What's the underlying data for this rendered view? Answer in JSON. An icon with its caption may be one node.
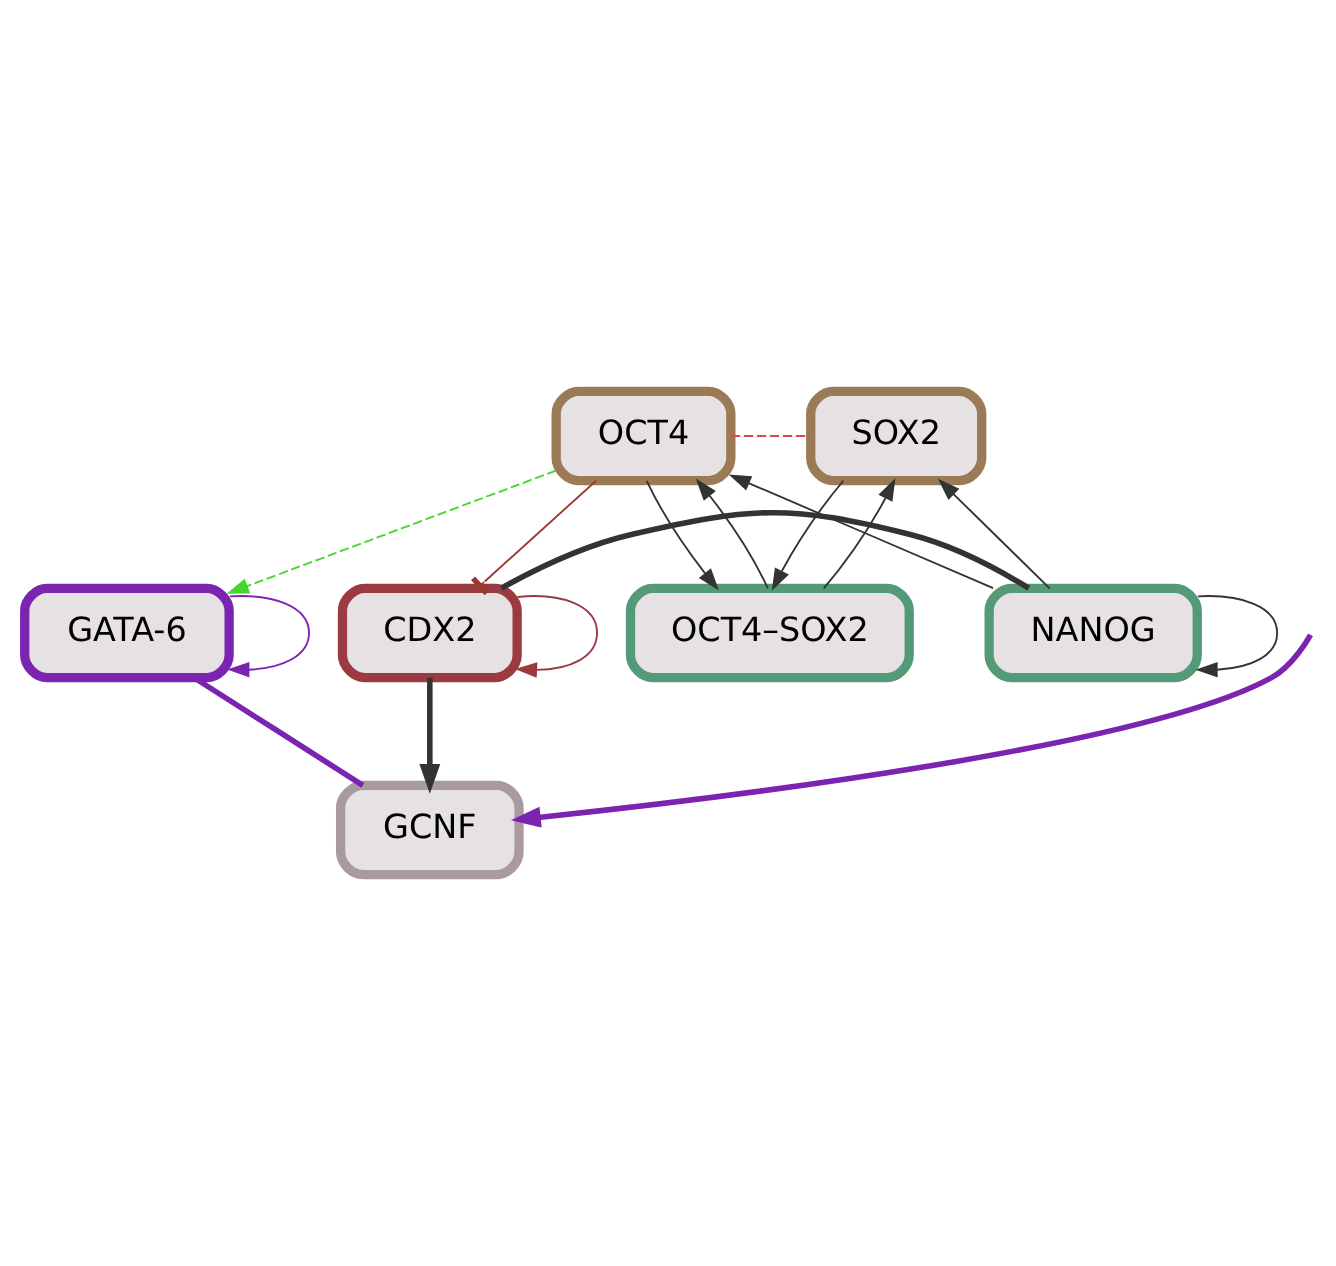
{
  "diagram": {
    "nodes": [
      {
        "text": [
          "OCT4"
        ]
      },
      {
        "text": [
          "SOX2"
        ]
      },
      {
        "text": [
          "OCT4–SOX2"
        ]
      },
      {
        "text": [
          "GATA-6"
        ]
      },
      {
        "text": [
          "CDX2"
        ]
      },
      {
        "text": [
          "NANOG"
        ]
      },
      {
        "text": [
          "GCNF"
        ]
      }
    ],
    "edges": [
      {
        "from": 0,
        "to": 2,
        "arrow": "to"
      },
      {
        "from": 1,
        "to": 2,
        "arrow": "to"
      },
      {
        "from": 0,
        "to": 1,
        "arrow": "none",
        "style": "dashed",
        "color": "#e0474c"
      },
      {
        "from": 2,
        "to": 0,
        "arrow": "to"
      },
      {
        "from": 2,
        "to": 1,
        "arrow": "to"
      },
      {
        "from": 5,
        "to": 0,
        "arrow": "to"
      },
      {
        "from": 5,
        "to": 1,
        "arrow": "to"
      },
      {
        "from": 3,
        "to": 3,
        "arrow": "to",
        "color": "#7a24b0"
      },
      {
        "from": 4,
        "to": 4,
        "arrow": "to",
        "color": "#9b3a40"
      },
      {
        "from": 5,
        "to": 5,
        "arrow": "to"
      },
      {
        "from": 0,
        "to": 3,
        "arrow": "to",
        "style": "dashed",
        "color": "#44d62c"
      },
      {
        "from": 0,
        "to": 4,
        "arrow": "other",
        "color": "#9b3a30"
      },
      {
        "from": 4,
        "to": 6,
        "arrow": "to",
        "style": "thick"
      },
      {
        "from": 3,
        "to": 6,
        "arrow": "none",
        "style": "thick",
        "color": "#7a24b0"
      },
      {
        "from": null,
        "to": 6,
        "arrow": "to",
        "style": "thick",
        "color": "#7a24b0"
      },
      {
        "from": 4,
        "to": 5,
        "arrow": "none",
        "style": "thick"
      }
    ]
  }
}
